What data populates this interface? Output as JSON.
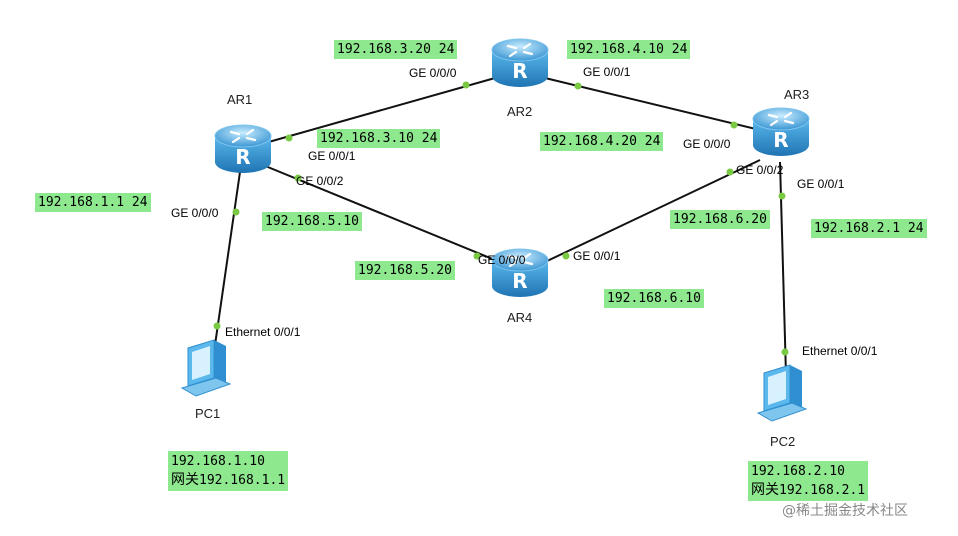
{
  "devices": {
    "ar1": {
      "name": "AR1"
    },
    "ar2": {
      "name": "AR2"
    },
    "ar3": {
      "name": "AR3"
    },
    "ar4": {
      "name": "AR4"
    },
    "pc1": {
      "name": "PC1"
    },
    "pc2": {
      "name": "PC2"
    }
  },
  "ports": {
    "ar1_ge000": "GE 0/0/0",
    "ar1_ge001": "GE 0/0/1",
    "ar1_ge002": "GE 0/0/2",
    "ar2_ge000": "GE 0/0/0",
    "ar2_ge001": "GE 0/0/1",
    "ar3_ge000": "GE 0/0/0",
    "ar3_ge001": "GE 0/0/1",
    "ar3_ge002": "GE 0/0/2",
    "ar4_ge000": "GE 0/0/0",
    "ar4_ge001": "GE 0/0/1",
    "pc1_eth": "Ethernet 0/0/1",
    "pc2_eth": "Ethernet 0/0/1"
  },
  "addresses": {
    "ar2_ge000": "192.168.3.20 24",
    "ar2_ge001": "192.168.4.10 24",
    "ar1_ge001": "192.168.3.10 24",
    "ar3_ge000": "192.168.4.20 24",
    "ar1_ge000": "192.168.1.1 24",
    "ar1_ge002": "192.168.5.10",
    "ar3_ge002": "192.168.6.20",
    "ar3_ge001": "192.168.2.1 24",
    "ar4_ge000": "192.168.5.20",
    "ar4_ge001": "192.168.6.10"
  },
  "pc1": {
    "ip": "192.168.1.10",
    "gateway_label": "网关",
    "gateway": "192.168.1.1"
  },
  "pc2": {
    "ip": "192.168.2.10",
    "gateway_label": "网关",
    "gateway": "192.168.2.1"
  },
  "watermark": "@稀土掘金技术社区",
  "colors": {
    "label_bg": "#8ee88e",
    "port_dot": "#7ac943",
    "router_blue": "#4aa8e0",
    "link": "#111111"
  }
}
